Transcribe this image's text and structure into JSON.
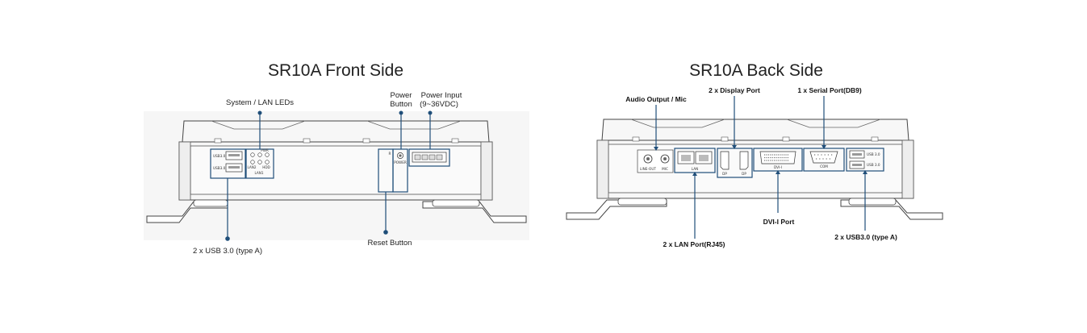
{
  "front": {
    "title": "SR10A Front Side",
    "labels": {
      "leds": "System / LAN LEDs",
      "power_button_line1": "Power",
      "power_button_line2": "Button",
      "power_input_line1": "Power Input",
      "power_input_line2": "(9~36VDC)",
      "usb": "2 x USB 3.0 (type A)",
      "reset": "Reset Button"
    },
    "panel_text": {
      "usb1": "USB3.0",
      "usb2": "USB3.0",
      "pwr": "PWR",
      "lan2": "LAN2",
      "hdd": "HDD",
      "lan1": "LAN1",
      "power": "POWER",
      "rst": "R"
    }
  },
  "back": {
    "title": "SR10A Back Side",
    "labels": {
      "audio": "Audio Output / Mic",
      "display": "2 x Display Port",
      "serial": "1 x Serial Port(DB9)",
      "dvi": "DVI-I Port",
      "lan": "2 x LAN Port(RJ45)",
      "usb": "2 x USB3.0 (type A)"
    },
    "panel_text": {
      "line_out": "LINE-OUT",
      "mic": "MIC",
      "lan": "LAN",
      "dp1": "DP",
      "dp2": "DP",
      "dvi": "DVI-I",
      "com": "COM",
      "usb1": "USB 3.0",
      "usb2": "USB 3.0"
    }
  }
}
